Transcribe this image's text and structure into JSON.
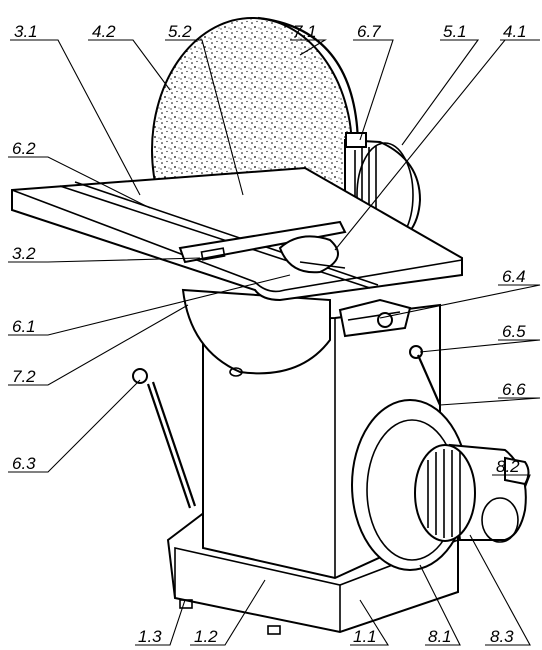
{
  "labels": [
    {
      "id": "l31",
      "text": "3.1"
    },
    {
      "id": "l42",
      "text": "4.2"
    },
    {
      "id": "l52",
      "text": "5.2"
    },
    {
      "id": "l71",
      "text": "7.1"
    },
    {
      "id": "l67",
      "text": "6.7"
    },
    {
      "id": "l51",
      "text": "5.1"
    },
    {
      "id": "l41",
      "text": "4.1"
    },
    {
      "id": "l62",
      "text": "6.2"
    },
    {
      "id": "l32",
      "text": "3.2"
    },
    {
      "id": "l64",
      "text": "6.4"
    },
    {
      "id": "l61",
      "text": "6.1"
    },
    {
      "id": "l65",
      "text": "6.5"
    },
    {
      "id": "l72",
      "text": "7.2"
    },
    {
      "id": "l66",
      "text": "6.6"
    },
    {
      "id": "l63",
      "text": "6.3"
    },
    {
      "id": "l82",
      "text": "8.2"
    },
    {
      "id": "l13",
      "text": "1.3"
    },
    {
      "id": "l12",
      "text": "1.2"
    },
    {
      "id": "l11",
      "text": "1.1"
    },
    {
      "id": "l81",
      "text": "8.1"
    },
    {
      "id": "l83",
      "text": "8.3"
    }
  ]
}
